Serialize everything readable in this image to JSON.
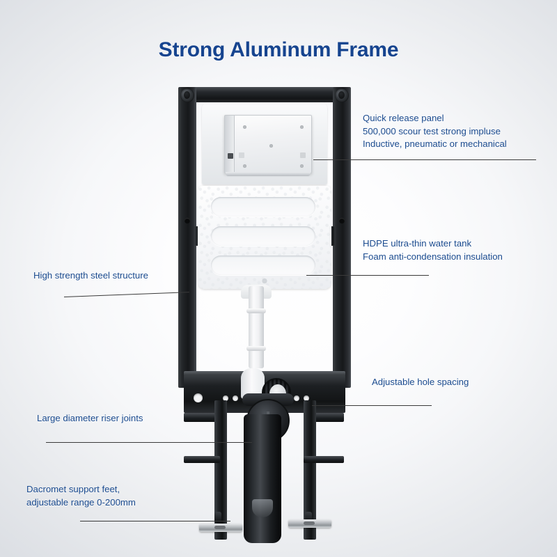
{
  "page": {
    "title": "Strong Aluminum Frame",
    "background_center": "#ffffff",
    "background_edge": "#dcdfe4",
    "accent_color": "#16448f",
    "label_color": "#1b4b8f",
    "leader_color": "#3a3a3a"
  },
  "callouts": [
    {
      "id": "quick-release-panel",
      "text": "Quick release panel\n500,000 scour test strong impluse\nInductive, pneumatic or mechanical",
      "side": "right"
    },
    {
      "id": "water-tank",
      "text": "HDPE ultra-thin water tank\nFoam anti-condensation insulation",
      "side": "right"
    },
    {
      "id": "hole-spacing",
      "text": "Adjustable hole spacing",
      "side": "right"
    },
    {
      "id": "steel-structure",
      "text": "High strength steel structure",
      "side": "left"
    },
    {
      "id": "riser-joints",
      "text": "Large diameter riser joints",
      "side": "left"
    },
    {
      "id": "support-feet",
      "text": "Dacromet support feet,\nadjustable range 0-200mm",
      "side": "left"
    }
  ],
  "product": {
    "name": "concealed-cistern-frame",
    "parts": [
      "aluminum-frame",
      "quick-release-panel",
      "hdpe-water-tank",
      "flush-pipe",
      "mounting-bracket",
      "waste-connector",
      "soil-pipe",
      "support-feet"
    ]
  }
}
